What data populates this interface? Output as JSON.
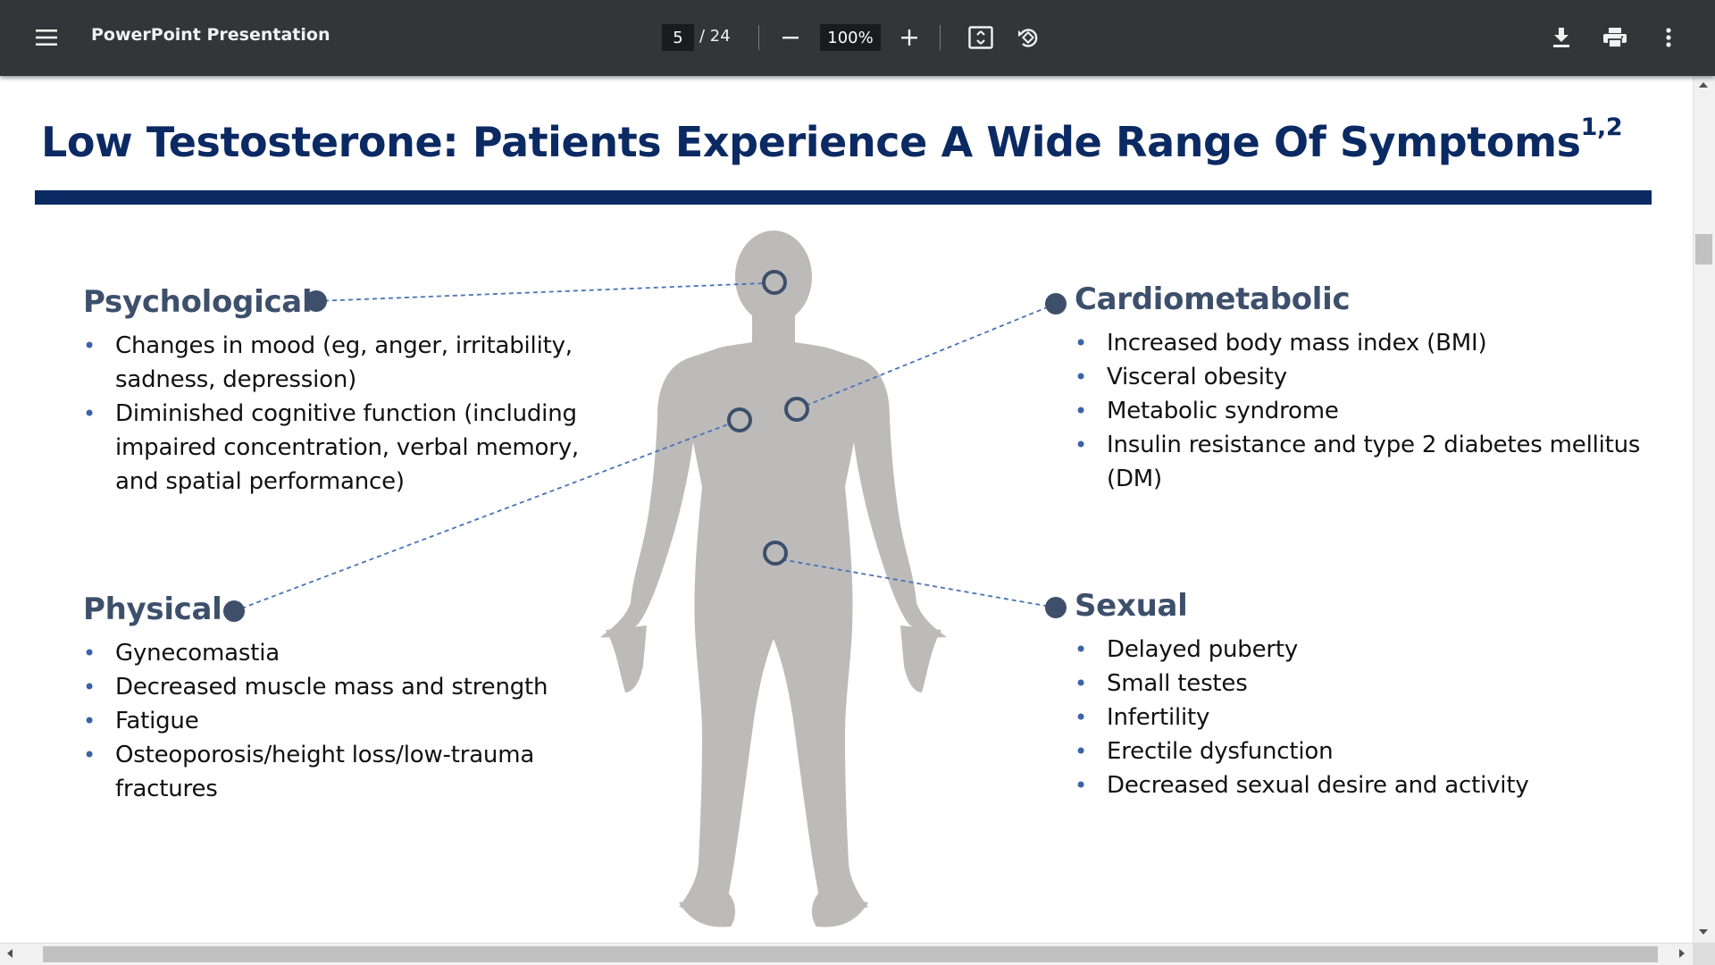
{
  "toolbar": {
    "menu_icon": "hamburger-menu-icon",
    "title": "PowerPoint Presentation",
    "page_current": "5",
    "page_total_text": "/ 24",
    "zoom_value": "100%",
    "zoom_out_icon": "minus-icon",
    "zoom_in_icon": "plus-icon",
    "fit_icon": "fit-to-page-icon",
    "rotate_icon": "rotate-counterclockwise-icon",
    "download_icon": "download-icon",
    "print_icon": "printer-icon",
    "more_icon": "more-vertical-icon"
  },
  "slide": {
    "title": "Low Testosterone: Patients Experience A Wide Range Of Symptoms",
    "title_superscript": "1,2",
    "sections": {
      "psychological": {
        "heading": "Psychological",
        "items": [
          "Changes in mood (eg, anger, irritability, sadness, depression)",
          "Diminished cognitive function (including impaired concentration, verbal memory, and spatial performance)"
        ]
      },
      "physical": {
        "heading": "Physical",
        "items": [
          "Gynecomastia",
          "Decreased muscle mass and strength",
          "Fatigue",
          "Osteoporosis/height loss/low-trauma fractures"
        ]
      },
      "cardiometabolic": {
        "heading": "Cardiometabolic",
        "items": [
          "Increased body mass index (BMI)",
          "Visceral obesity",
          "Metabolic syndrome",
          "Insulin resistance and type 2 diabetes mellitus (DM)"
        ]
      },
      "sexual": {
        "heading": "Sexual",
        "items": [
          "Delayed puberty",
          "Small testes",
          "Infertility",
          "Erectile dysfunction",
          "Decreased sexual desire and activity"
        ]
      }
    }
  },
  "colors": {
    "toolbar_bg": "#323639",
    "title_navy": "#0b2a63",
    "heading_slate": "#3d4f6b",
    "bullet_blue": "#3b63a8",
    "connector_blue": "#4a72b8",
    "marker_dark": "#3d4f6b",
    "silhouette_gray": "#bdbbb9"
  }
}
